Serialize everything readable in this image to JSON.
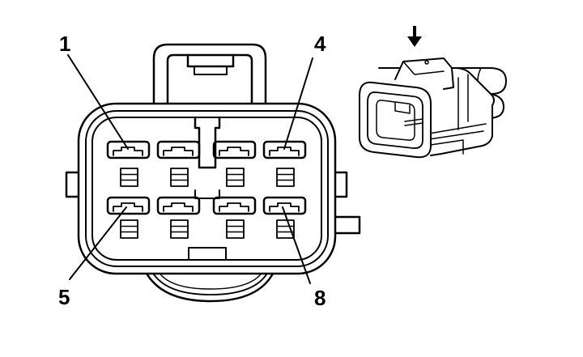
{
  "colors": {
    "stroke": "#000000",
    "fill": "#ffffff"
  },
  "pin_labels": {
    "pin1": "1",
    "pin4": "4",
    "pin5": "5",
    "pin8": "8"
  },
  "icons": {
    "direction_arrow": "down-arrow-icon"
  }
}
